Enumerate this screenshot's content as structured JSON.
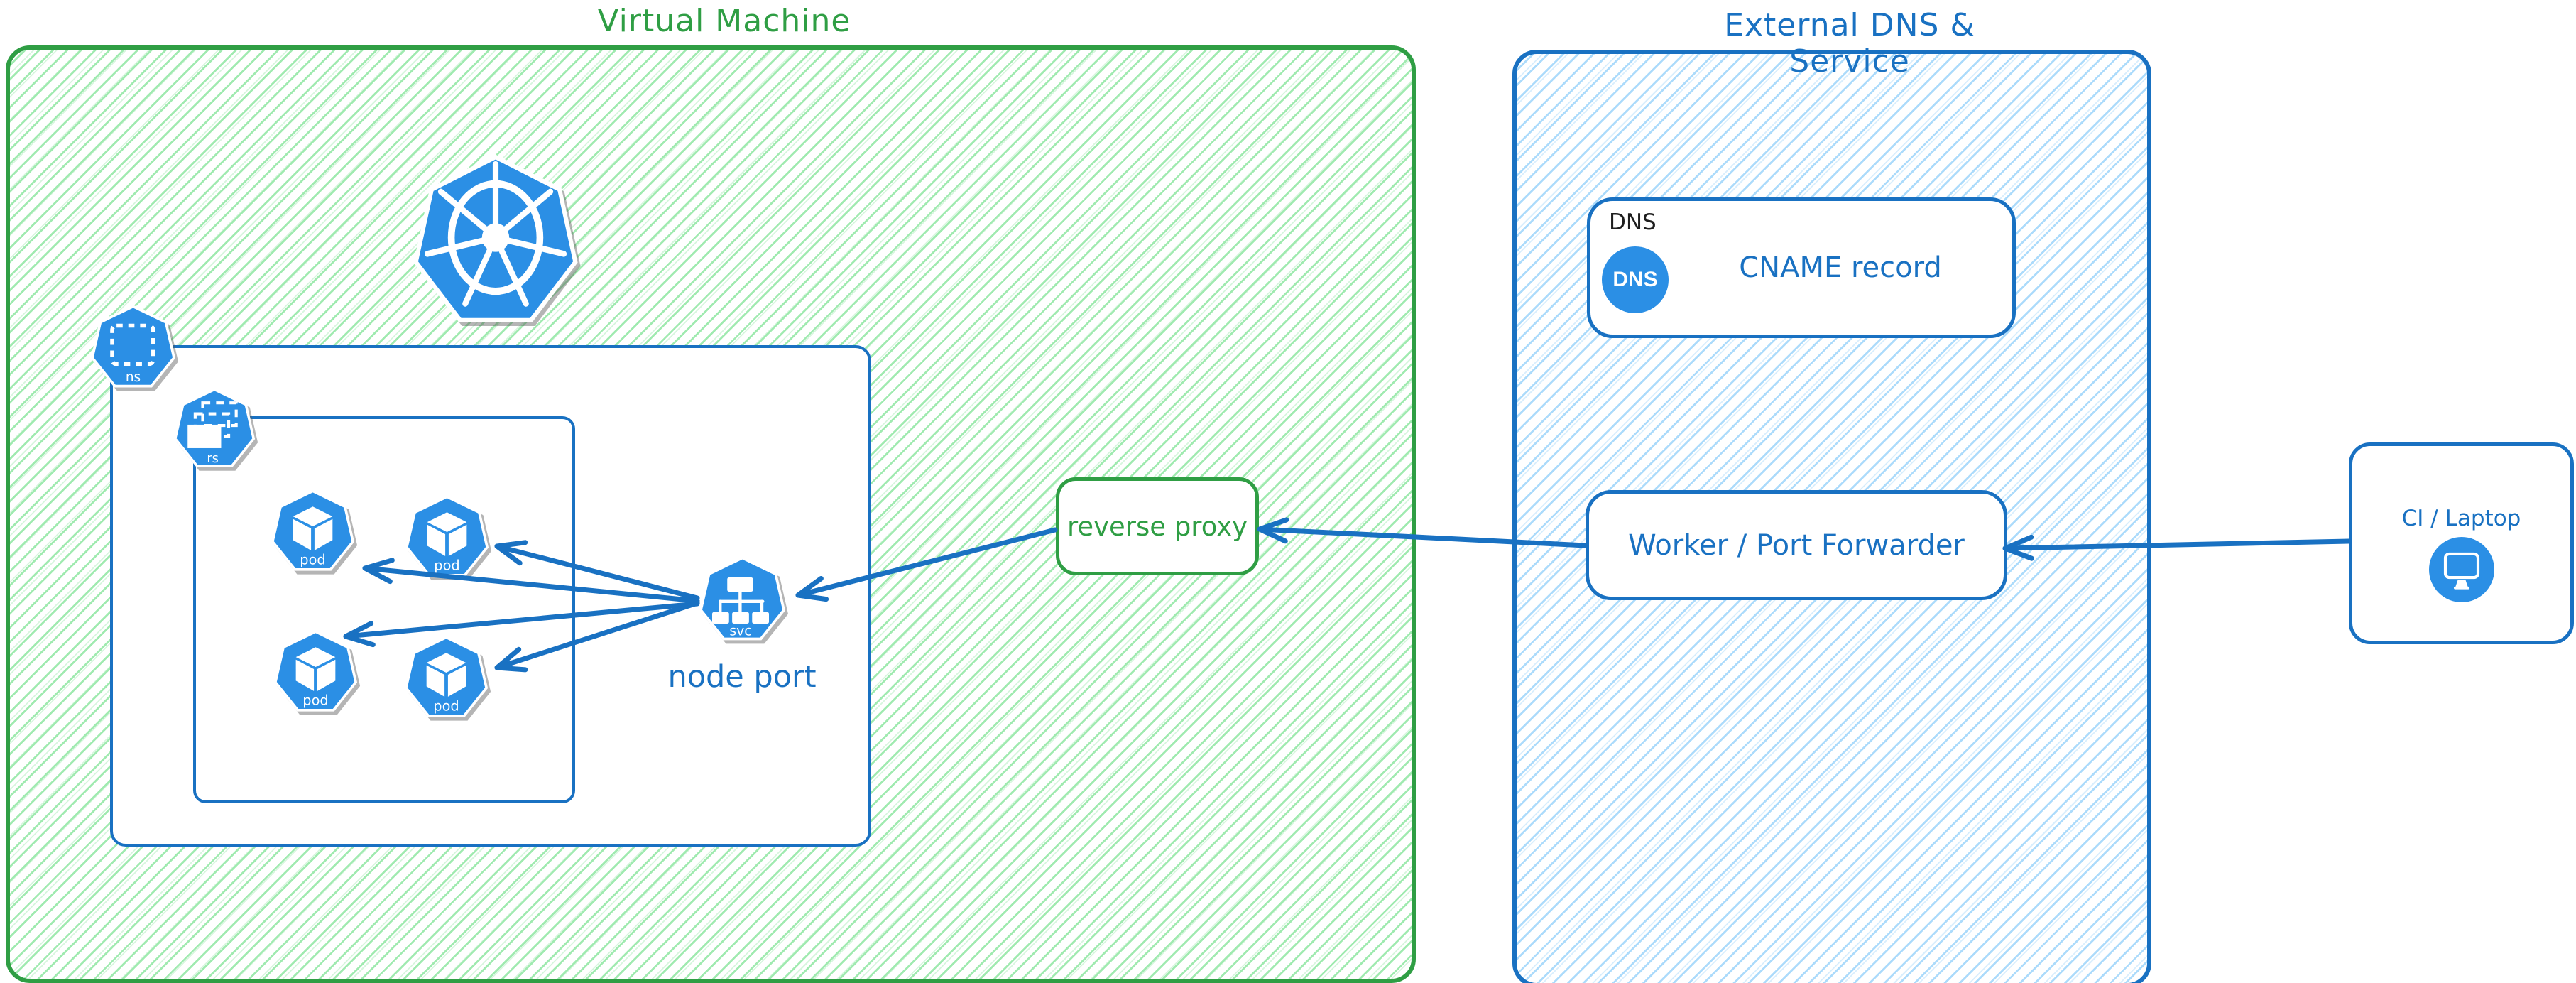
{
  "diagram": {
    "vm": {
      "title": "Virtual Machine"
    },
    "external": {
      "title": "External DNS & Service"
    },
    "k8s": {
      "cluster_icon": "kubernetes-logo",
      "ns_label": "ns",
      "rs_label": "rs",
      "pods": [
        {
          "label": "pod"
        },
        {
          "label": "pod"
        },
        {
          "label": "pod"
        },
        {
          "label": "pod"
        }
      ],
      "svc_label": "svc",
      "svc_caption": "node port"
    },
    "reverse_proxy": {
      "label": "reverse proxy"
    },
    "dns": {
      "tag": "DNS",
      "icon_text": "DNS",
      "record": "CNAME record"
    },
    "worker": {
      "label": "Worker / Port Forwarder"
    },
    "client": {
      "label": "CI / Laptop",
      "icon": "monitor-icon"
    }
  },
  "icons": {
    "cluster": "kubernetes-wheel-icon",
    "namespace": "namespace-heptagon-icon",
    "replicaset": "replicaset-heptagon-icon",
    "pod": "pod-heptagon-icon",
    "service": "service-heptagon-icon",
    "dns": "dns-circle-icon",
    "client": "monitor-circle-icon"
  },
  "colors": {
    "green_stroke": "#2f9e44",
    "green_hatch": "#9be9ac",
    "blue_stroke": "#1971c2",
    "blue_hatch": "#a8d9fb",
    "icon_blue": "#2b8fe5",
    "label_black": "#1e1e1e",
    "white": "#ffffff"
  }
}
